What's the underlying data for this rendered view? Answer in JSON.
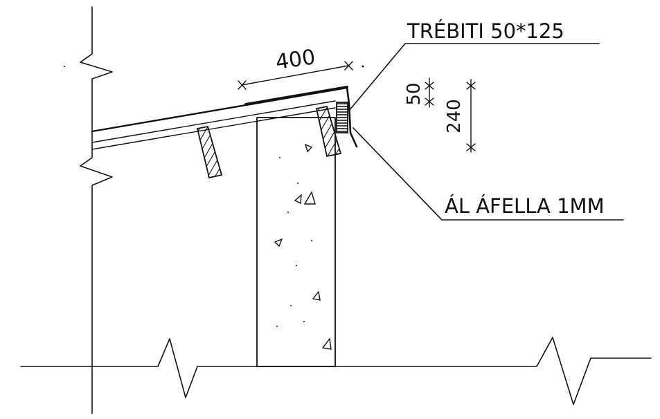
{
  "labels": {
    "timber": "TRÉBITI 50*125",
    "flashing": "ÁL ÁFELLA 1MM"
  },
  "dimensions": {
    "flashing_width": "400",
    "top_height": "50",
    "total_height": "240"
  },
  "colors": {
    "ink": "#111111",
    "background": "#ffffff"
  }
}
